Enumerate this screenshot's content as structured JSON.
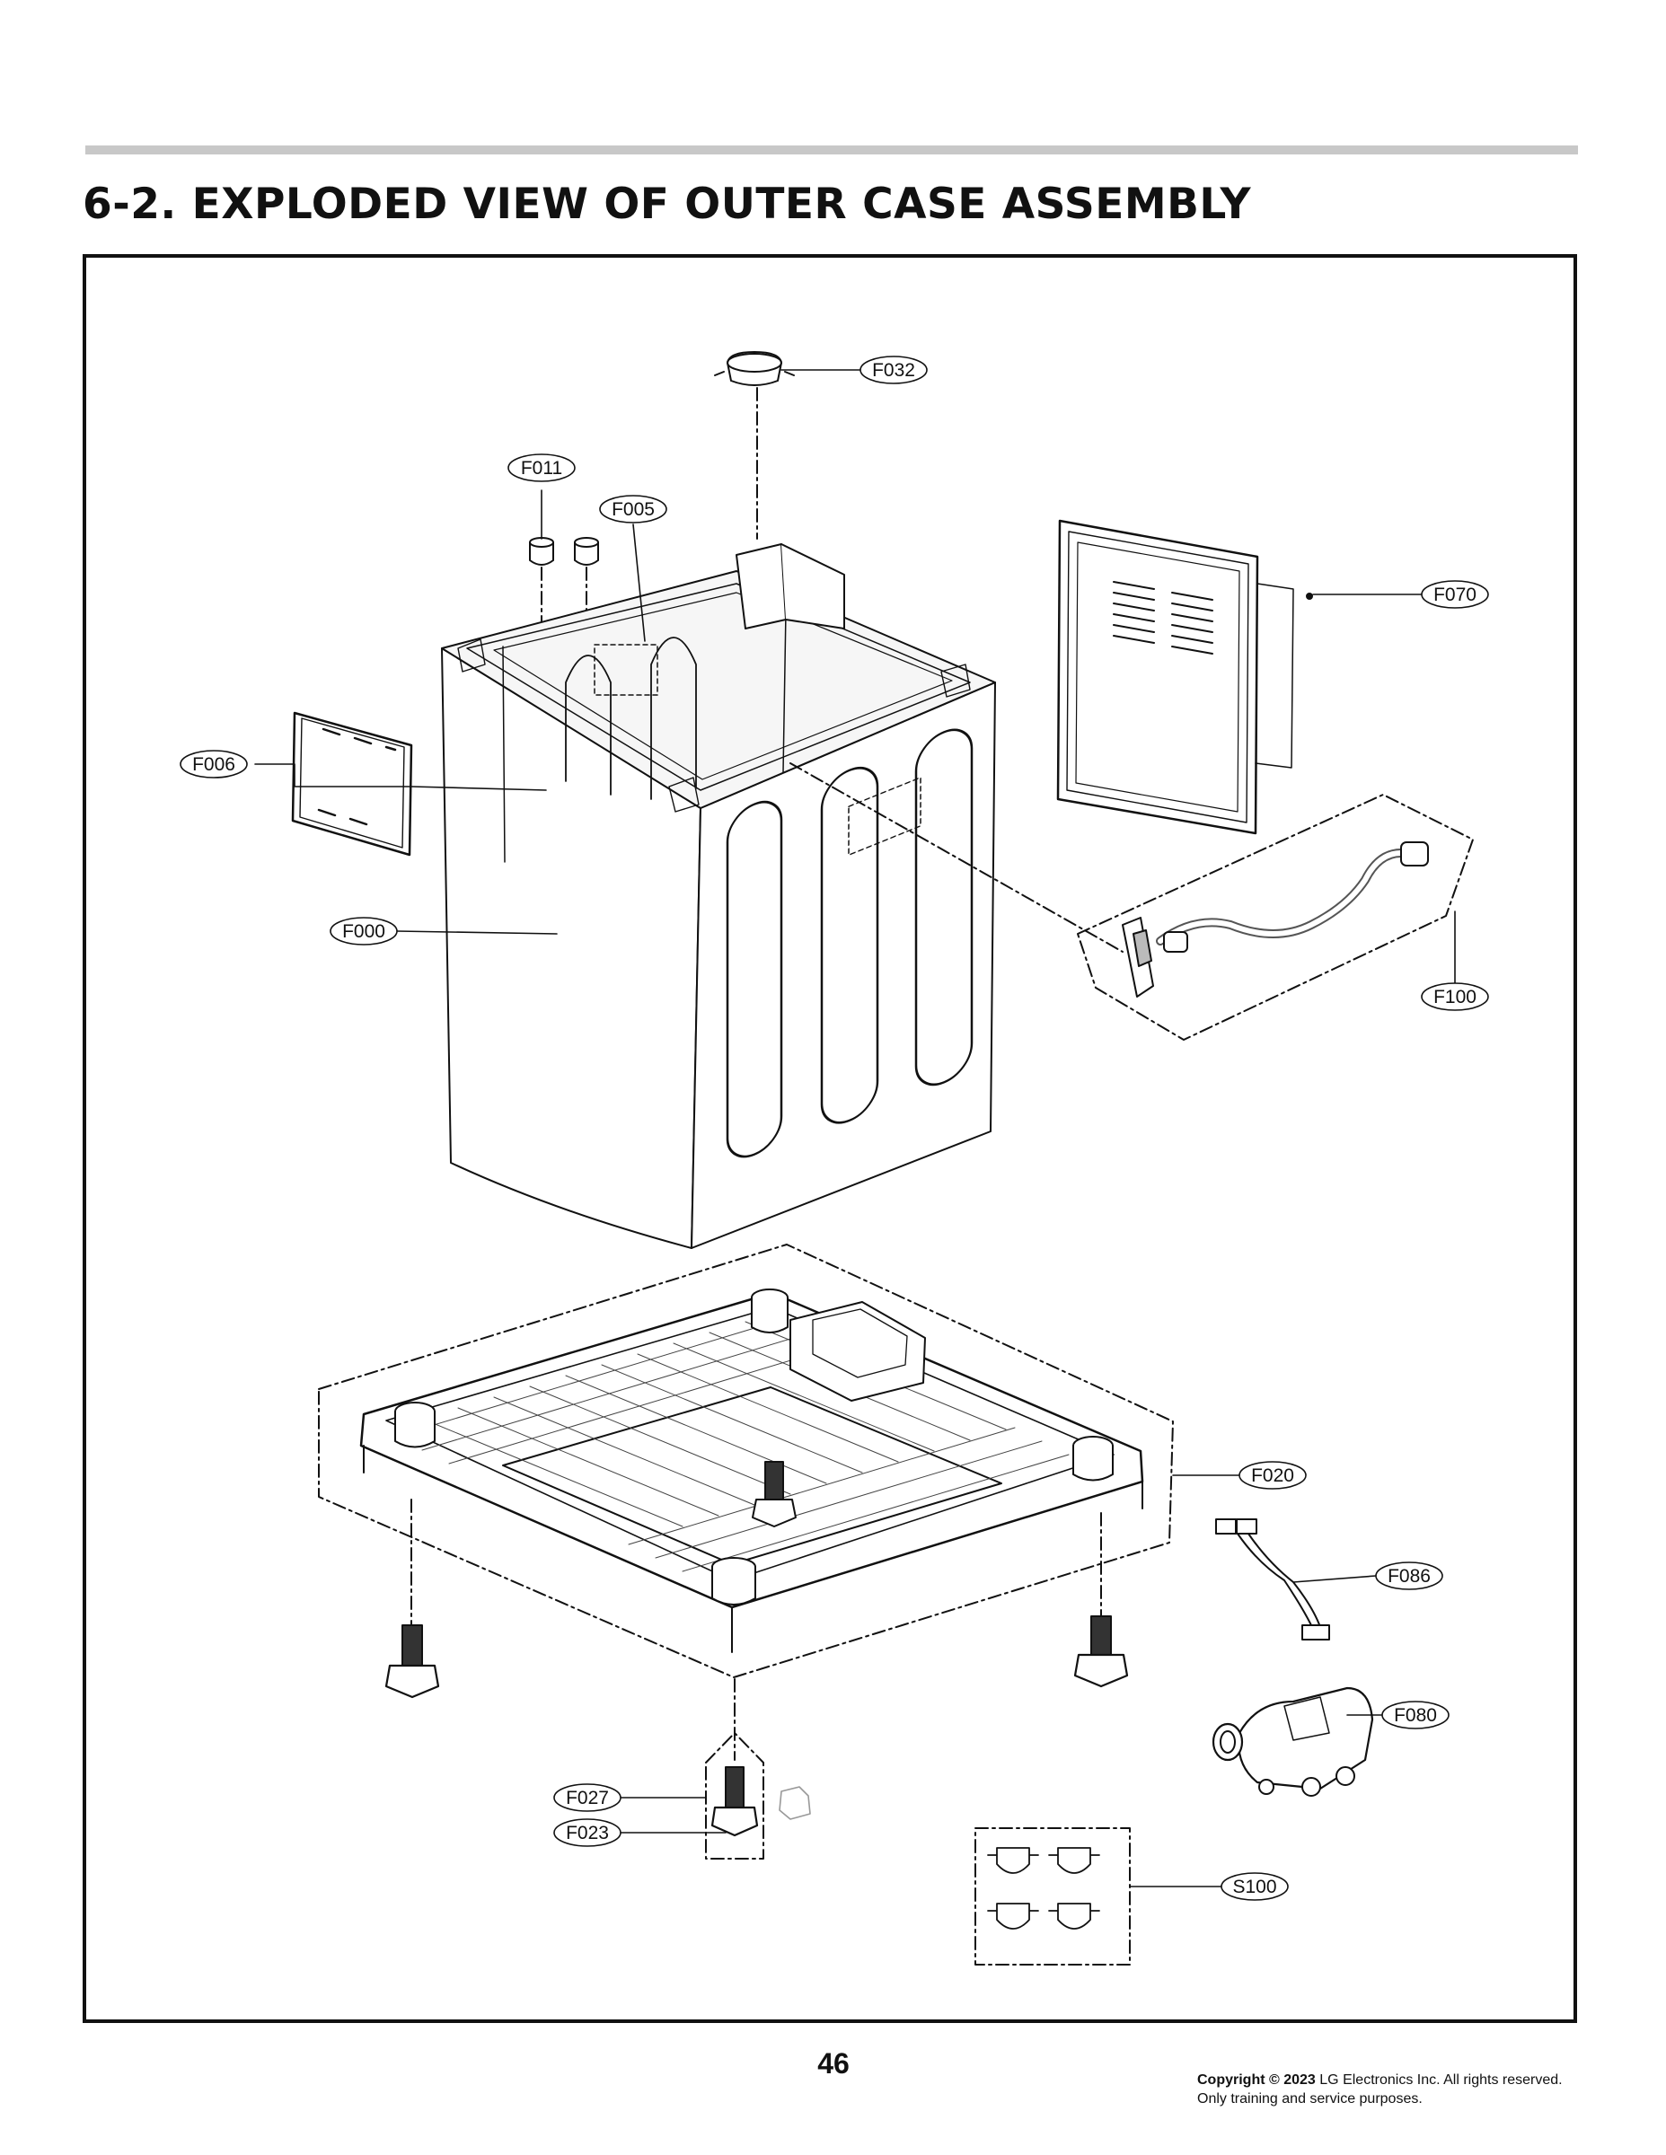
{
  "page": {
    "title": "6-2. EXPLODED VIEW OF OUTER CASE ASSEMBLY",
    "page_number": "46",
    "copyright_lead": "Copyright ©",
    "copyright_year": "2023",
    "copyright_rest": "LG Electronics Inc. All rights reserved.",
    "copyright_line2": "Only training and service purposes."
  },
  "parts": {
    "f032": "F032",
    "f011": "F011",
    "f005": "F005",
    "f070": "F070",
    "f006": "F006",
    "f000": "F000",
    "f100": "F100",
    "f020": "F020",
    "f086": "F086",
    "f080": "F080",
    "f027": "F027",
    "f023": "F023",
    "s100": "S100"
  }
}
